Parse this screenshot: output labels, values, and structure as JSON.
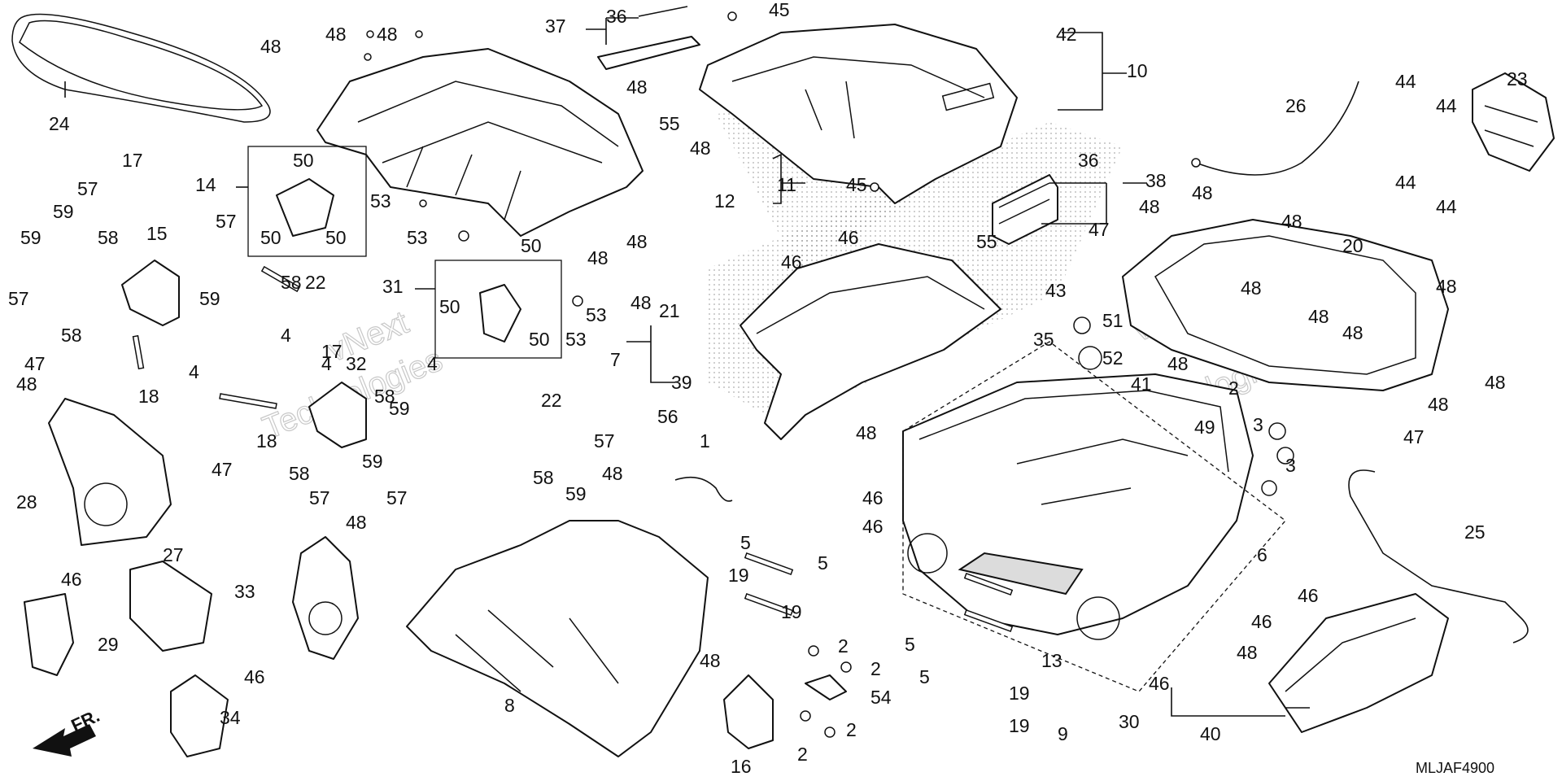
{
  "diagram": {
    "code": "MLJAF4900",
    "front_marker": "FR.",
    "watermarks": [
      "vNext",
      "Technologies",
      "vNext Technologies"
    ],
    "labels": {
      "l1": "1",
      "l2": "2",
      "l3": "3",
      "l4": "4",
      "l5": "5",
      "l6": "6",
      "l7": "7",
      "l8": "8",
      "l9": "9",
      "l10": "10",
      "l11": "11",
      "l12": "12",
      "l13": "13",
      "l14": "14",
      "l15": "15",
      "l16": "16",
      "l17": "17",
      "l18": "18",
      "l19": "19",
      "l20": "20",
      "l21": "21",
      "l22": "22",
      "l23": "23",
      "l24": "24",
      "l25": "25",
      "l26": "26",
      "l27": "27",
      "l28": "28",
      "l29": "29",
      "l30": "30",
      "l31": "31",
      "l32": "32",
      "l33": "33",
      "l34": "34",
      "l35": "35",
      "l36": "36",
      "l37": "37",
      "l38": "38",
      "l39": "39",
      "l40": "40",
      "l41": "41",
      "l42": "42",
      "l43": "43",
      "l44": "44",
      "l45": "45",
      "l46": "46",
      "l47": "47",
      "l48": "48",
      "l49": "49",
      "l50": "50",
      "l51": "51",
      "l52": "52",
      "l53": "53",
      "l54": "54",
      "l55": "55",
      "l56": "56",
      "l57": "57",
      "l58": "58",
      "l59": "59"
    }
  }
}
